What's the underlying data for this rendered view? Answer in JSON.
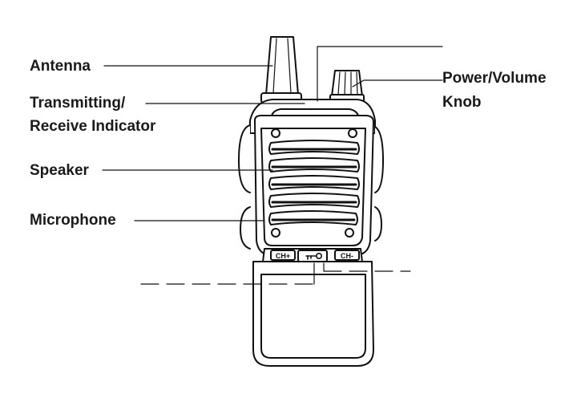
{
  "labels": {
    "antenna": "Antenna",
    "transmitting_line1": "Transmitting/",
    "transmitting_line2": "Receive Indicator",
    "speaker": "Speaker",
    "microphone": "Microphone",
    "power_line1": "Power/Volume",
    "power_line2": "Knob"
  },
  "buttons": {
    "ch_plus": "CH+",
    "ch_minus": "CH-"
  },
  "icons": {
    "lock": "key-icon"
  }
}
